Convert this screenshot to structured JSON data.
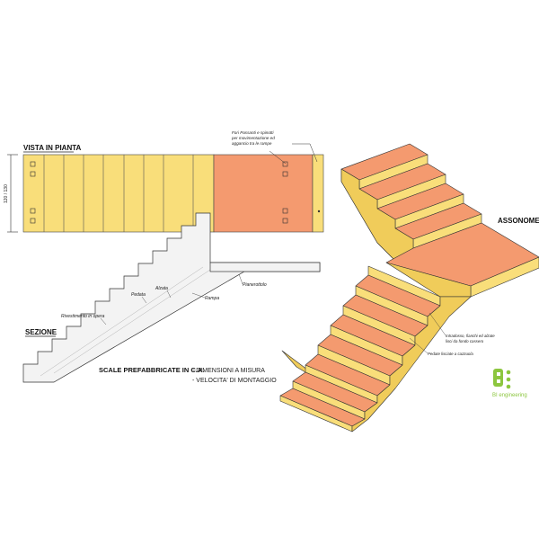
{
  "plan_view": {
    "title": "VISTA IN PIANTA",
    "dimension": "120 / 130",
    "note_lines": [
      "Fori Passanti e spinotti",
      "per movimentazione ed",
      "aggancio tra le rampe"
    ]
  },
  "section_view": {
    "title": "SEZIONE",
    "labels": {
      "alzata": "Alzata",
      "pedata": "Pedata",
      "rampa": "Rampa",
      "pianerottolo": "Pianerottolo",
      "rivestimento": "Rivestimento in opera"
    }
  },
  "heading": {
    "title": "SCALE PREFABBRICATE IN C.A.",
    "line1": "- DIMENSIONI A MISURA",
    "line2": "- VELOCITA' DI MONTAGGIO"
  },
  "axonometric": {
    "title": "ASSONOMETRIA",
    "note_lines": [
      "Intradosso, fianchi ed alzate",
      "lisci da fondo cassero"
    ],
    "note2": "Pedate lisciate a cazzuola"
  },
  "logo": {
    "text": "BI engineering"
  },
  "colors": {
    "yellow": "#f9de7a",
    "yellow_side": "#f0cc5a",
    "orange": "#f49a6f",
    "outline": "#333333",
    "logo_green": "#8cc63f"
  }
}
